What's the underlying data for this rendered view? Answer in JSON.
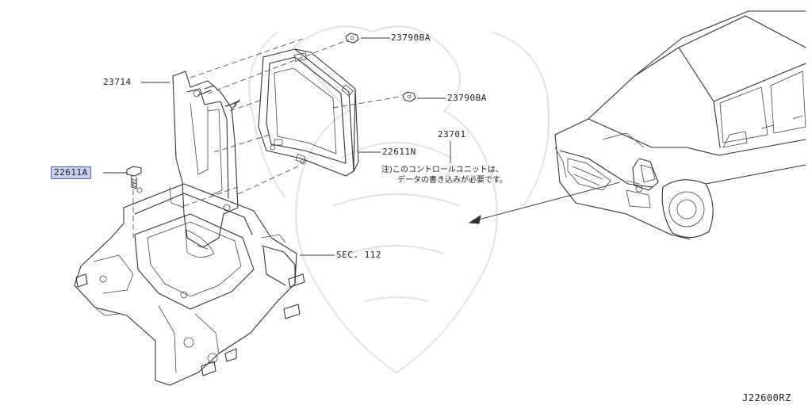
{
  "callouts": {
    "nut_upper": "23790BA",
    "nut_lower": "23790BA",
    "bracket": "23714",
    "ecu": "23701",
    "ecu_case": "22611N",
    "bolt": "22611A",
    "section_ref": "SEC. 112"
  },
  "note": {
    "line1": "注)このコントロールユニットは、",
    "line2": "データの書き込みが必要です。"
  },
  "diagram_code": "J22600RZ",
  "colors": {
    "highlight_fill": "#c9cdec",
    "highlight_border": "#5a64b8",
    "line": "#333333",
    "watermark": "#e4e4e4"
  }
}
